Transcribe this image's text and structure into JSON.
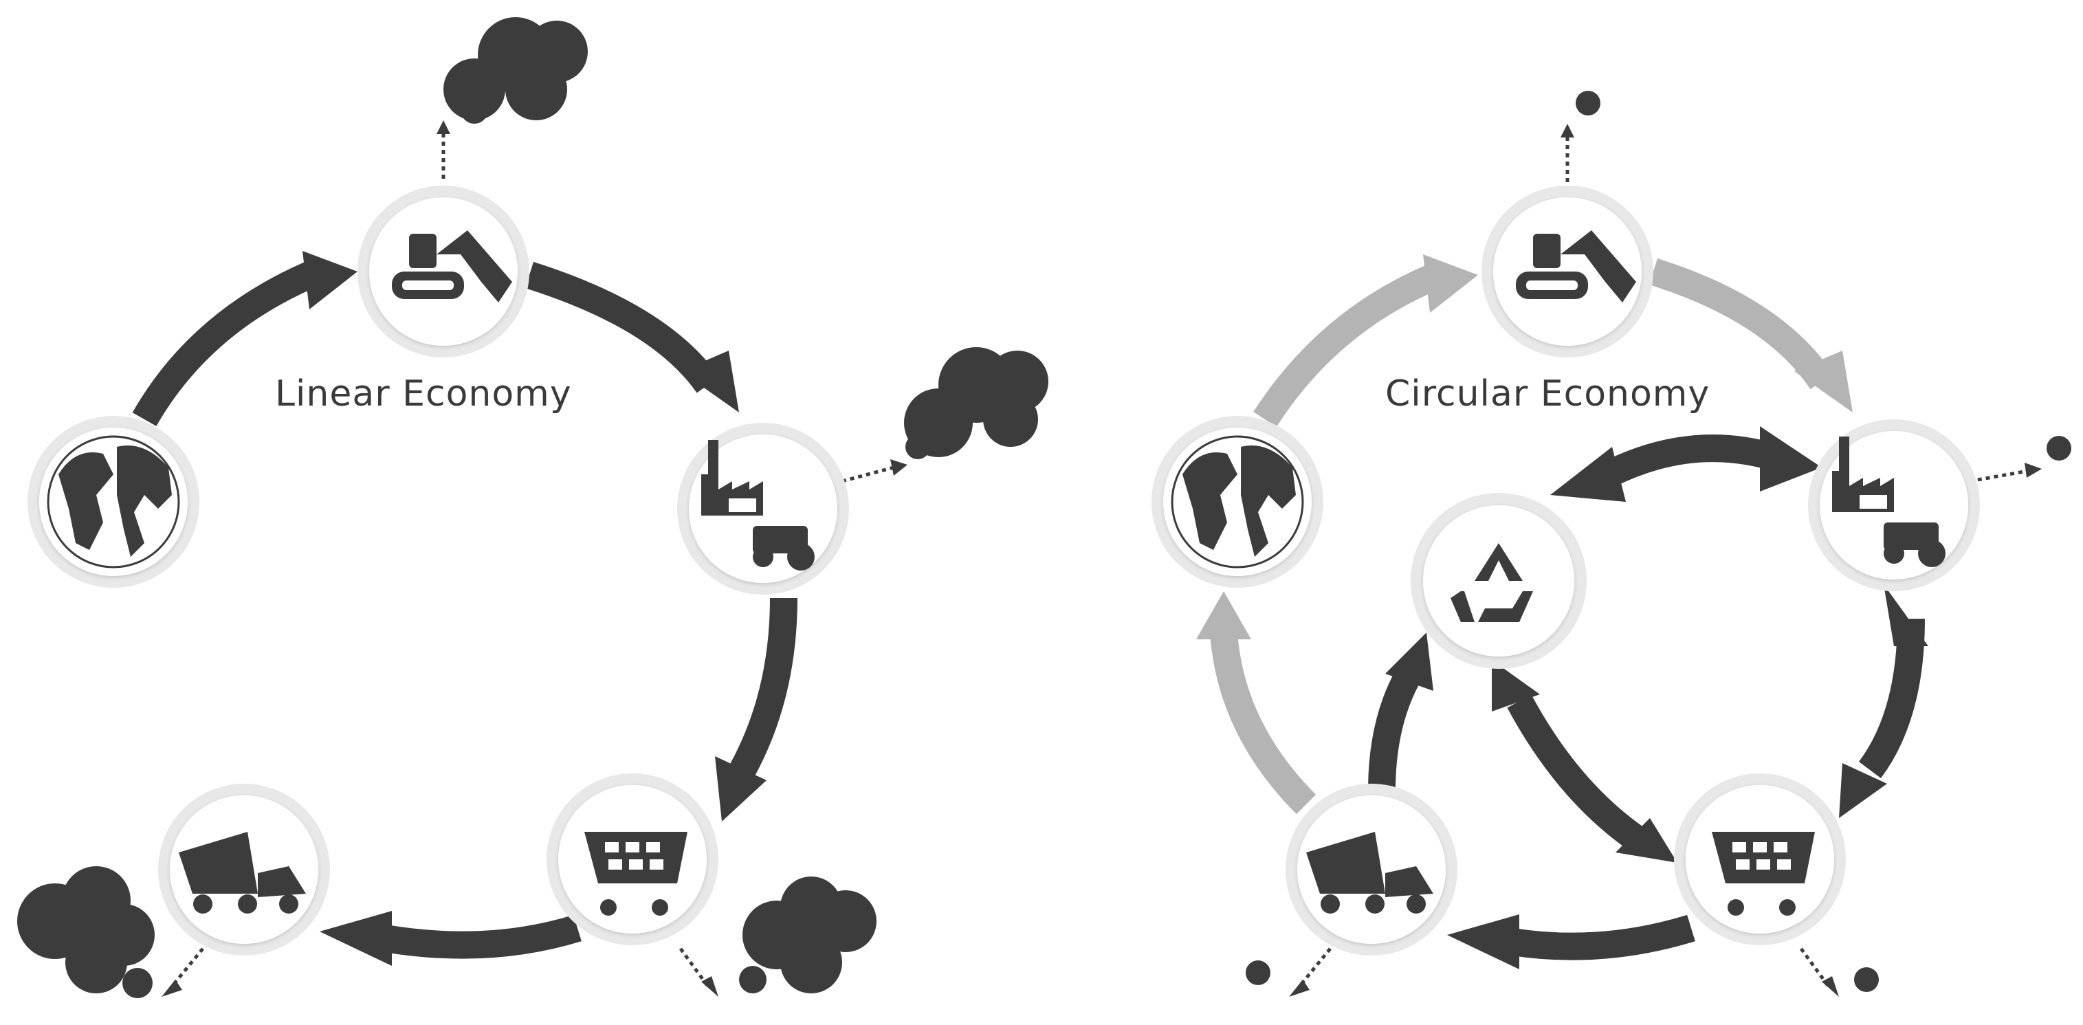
{
  "panels": [
    {
      "id": "linear",
      "title": "Linear Economy",
      "nodes": [
        "earth",
        "extraction",
        "production",
        "consumption",
        "waste"
      ],
      "flows": [
        {
          "from": "earth",
          "to": "extraction",
          "style": "dark"
        },
        {
          "from": "extraction",
          "to": "production",
          "style": "dark"
        },
        {
          "from": "production",
          "to": "consumption",
          "style": "dark"
        },
        {
          "from": "consumption",
          "to": "waste",
          "style": "dark"
        }
      ],
      "emissions": {
        "extraction": "large",
        "production": "large",
        "consumption": "large",
        "waste": "large"
      }
    },
    {
      "id": "circular",
      "title": "Circular Economy",
      "nodes": [
        "earth",
        "extraction",
        "production",
        "consumption",
        "waste",
        "recycling"
      ],
      "flows": [
        {
          "from": "earth",
          "to": "extraction",
          "style": "light"
        },
        {
          "from": "extraction",
          "to": "production",
          "style": "light"
        },
        {
          "from": "waste",
          "to": "earth",
          "style": "light"
        },
        {
          "from": "consumption",
          "to": "waste",
          "style": "dark"
        },
        {
          "from": "production",
          "to": "consumption",
          "style": "dark",
          "bidirectional": true
        },
        {
          "from": "recycling",
          "to": "production",
          "style": "dark",
          "bidirectional": true
        },
        {
          "from": "recycling",
          "to": "consumption",
          "style": "dark",
          "bidirectional": true
        },
        {
          "from": "waste",
          "to": "recycling",
          "style": "dark"
        }
      ],
      "emissions": {
        "extraction": "small",
        "production": "small",
        "consumption": "small",
        "waste": "small"
      }
    }
  ],
  "colors": {
    "dark": "#3c3c3c",
    "light": "#b4b4b4",
    "ring": "#e6e6e6",
    "node": "#ffffff",
    "icon": "#3c3c3c"
  },
  "icons": {
    "earth": "globe-icon",
    "extraction": "excavator-icon",
    "production": "factory-icon",
    "consumption": "cart-icon",
    "waste": "garbage-truck-icon",
    "recycling": "recycle-icon",
    "emission": "smoke-cloud-icon"
  }
}
